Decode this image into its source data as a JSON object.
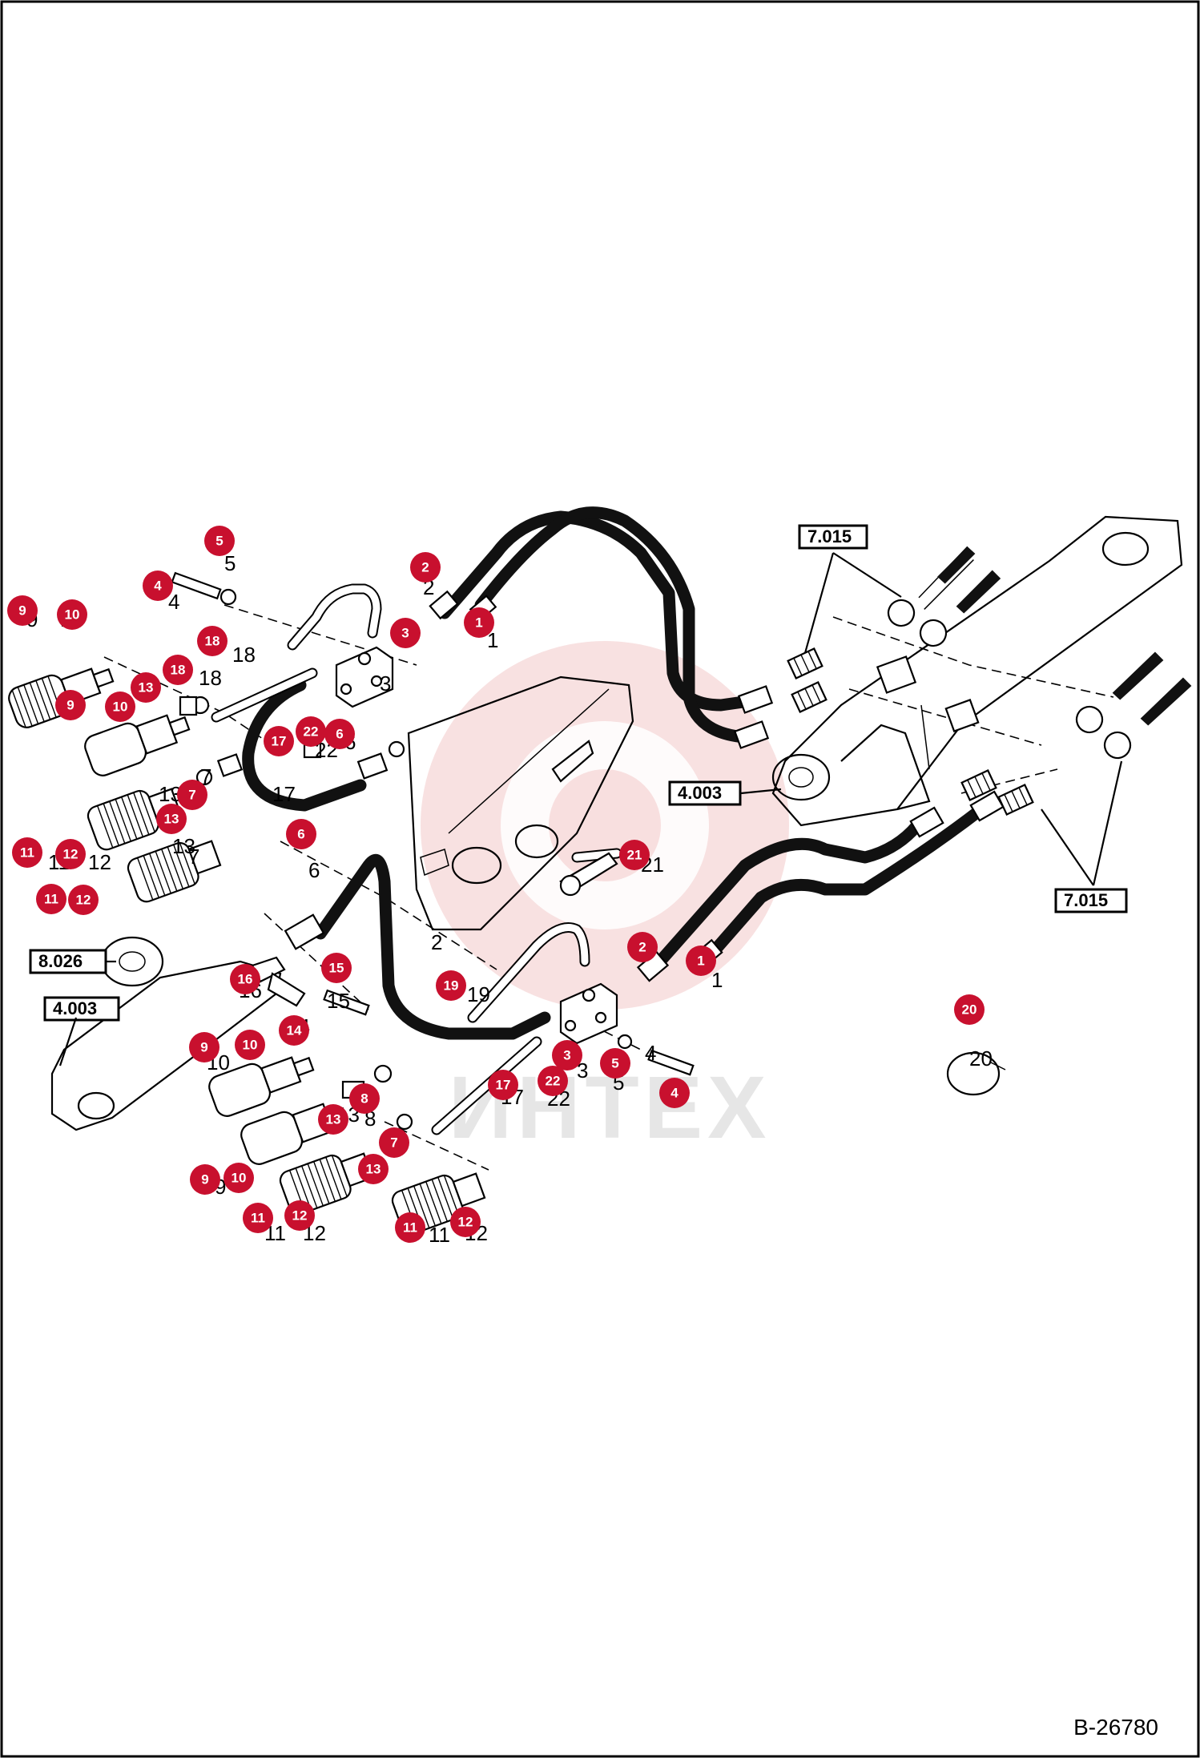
{
  "diagram": {
    "code": "B-26780",
    "watermark": "ИНТЕХ",
    "ref_boxes": [
      {
        "id": "ref-7015-top",
        "label": "7.015"
      },
      {
        "id": "ref-4003-mid",
        "label": "4.003"
      },
      {
        "id": "ref-7015-right",
        "label": "7.015"
      },
      {
        "id": "ref-8026",
        "label": "8.026"
      },
      {
        "id": "ref-4003-left",
        "label": "4.003"
      }
    ],
    "callouts": [
      "1",
      "2",
      "3",
      "4",
      "5",
      "6",
      "7",
      "8",
      "9",
      "10",
      "11",
      "12",
      "13",
      "14",
      "15",
      "16",
      "17",
      "18",
      "19",
      "20",
      "21",
      "22"
    ],
    "plain_labels": [
      "1",
      "2",
      "3",
      "4",
      "5",
      "6",
      "7",
      "8",
      "9",
      "10",
      "11",
      "12",
      "13",
      "14",
      "15",
      "16",
      "17",
      "18",
      "19",
      "20",
      "21",
      "22"
    ],
    "colors": {
      "badge": "#c8102e",
      "watermark": "#f2c9c9"
    }
  }
}
